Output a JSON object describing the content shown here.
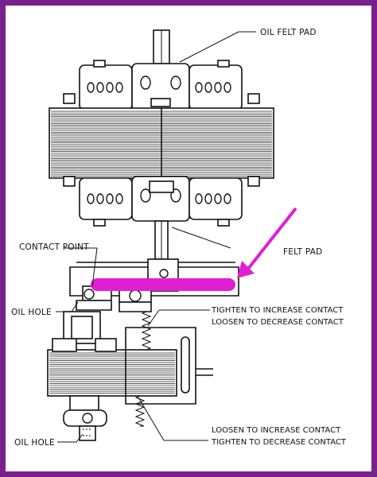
{
  "labels": {
    "oil_felt_pad": "OIL FELT PAD",
    "felt_pad": "FELT PAD",
    "contact_point": "CONTACT POINT",
    "oil_hole_top": "OIL HOLE",
    "oil_hole_bottom": "OIL HOLE",
    "tighten_increase": "TIGHTEN TO INCREASE CONTACT",
    "loosen_decrease": "LOOSEN TO DECREASE CONTACT",
    "loosen_increase": "LOOSEN TO INCREASE CONTACT",
    "tighten_decrease": "TIGHTEN TO DECREASE CONTACT"
  },
  "colors": {
    "frame": "#7a1f8f",
    "highlight": "#e020d0",
    "ink": "#111111"
  }
}
